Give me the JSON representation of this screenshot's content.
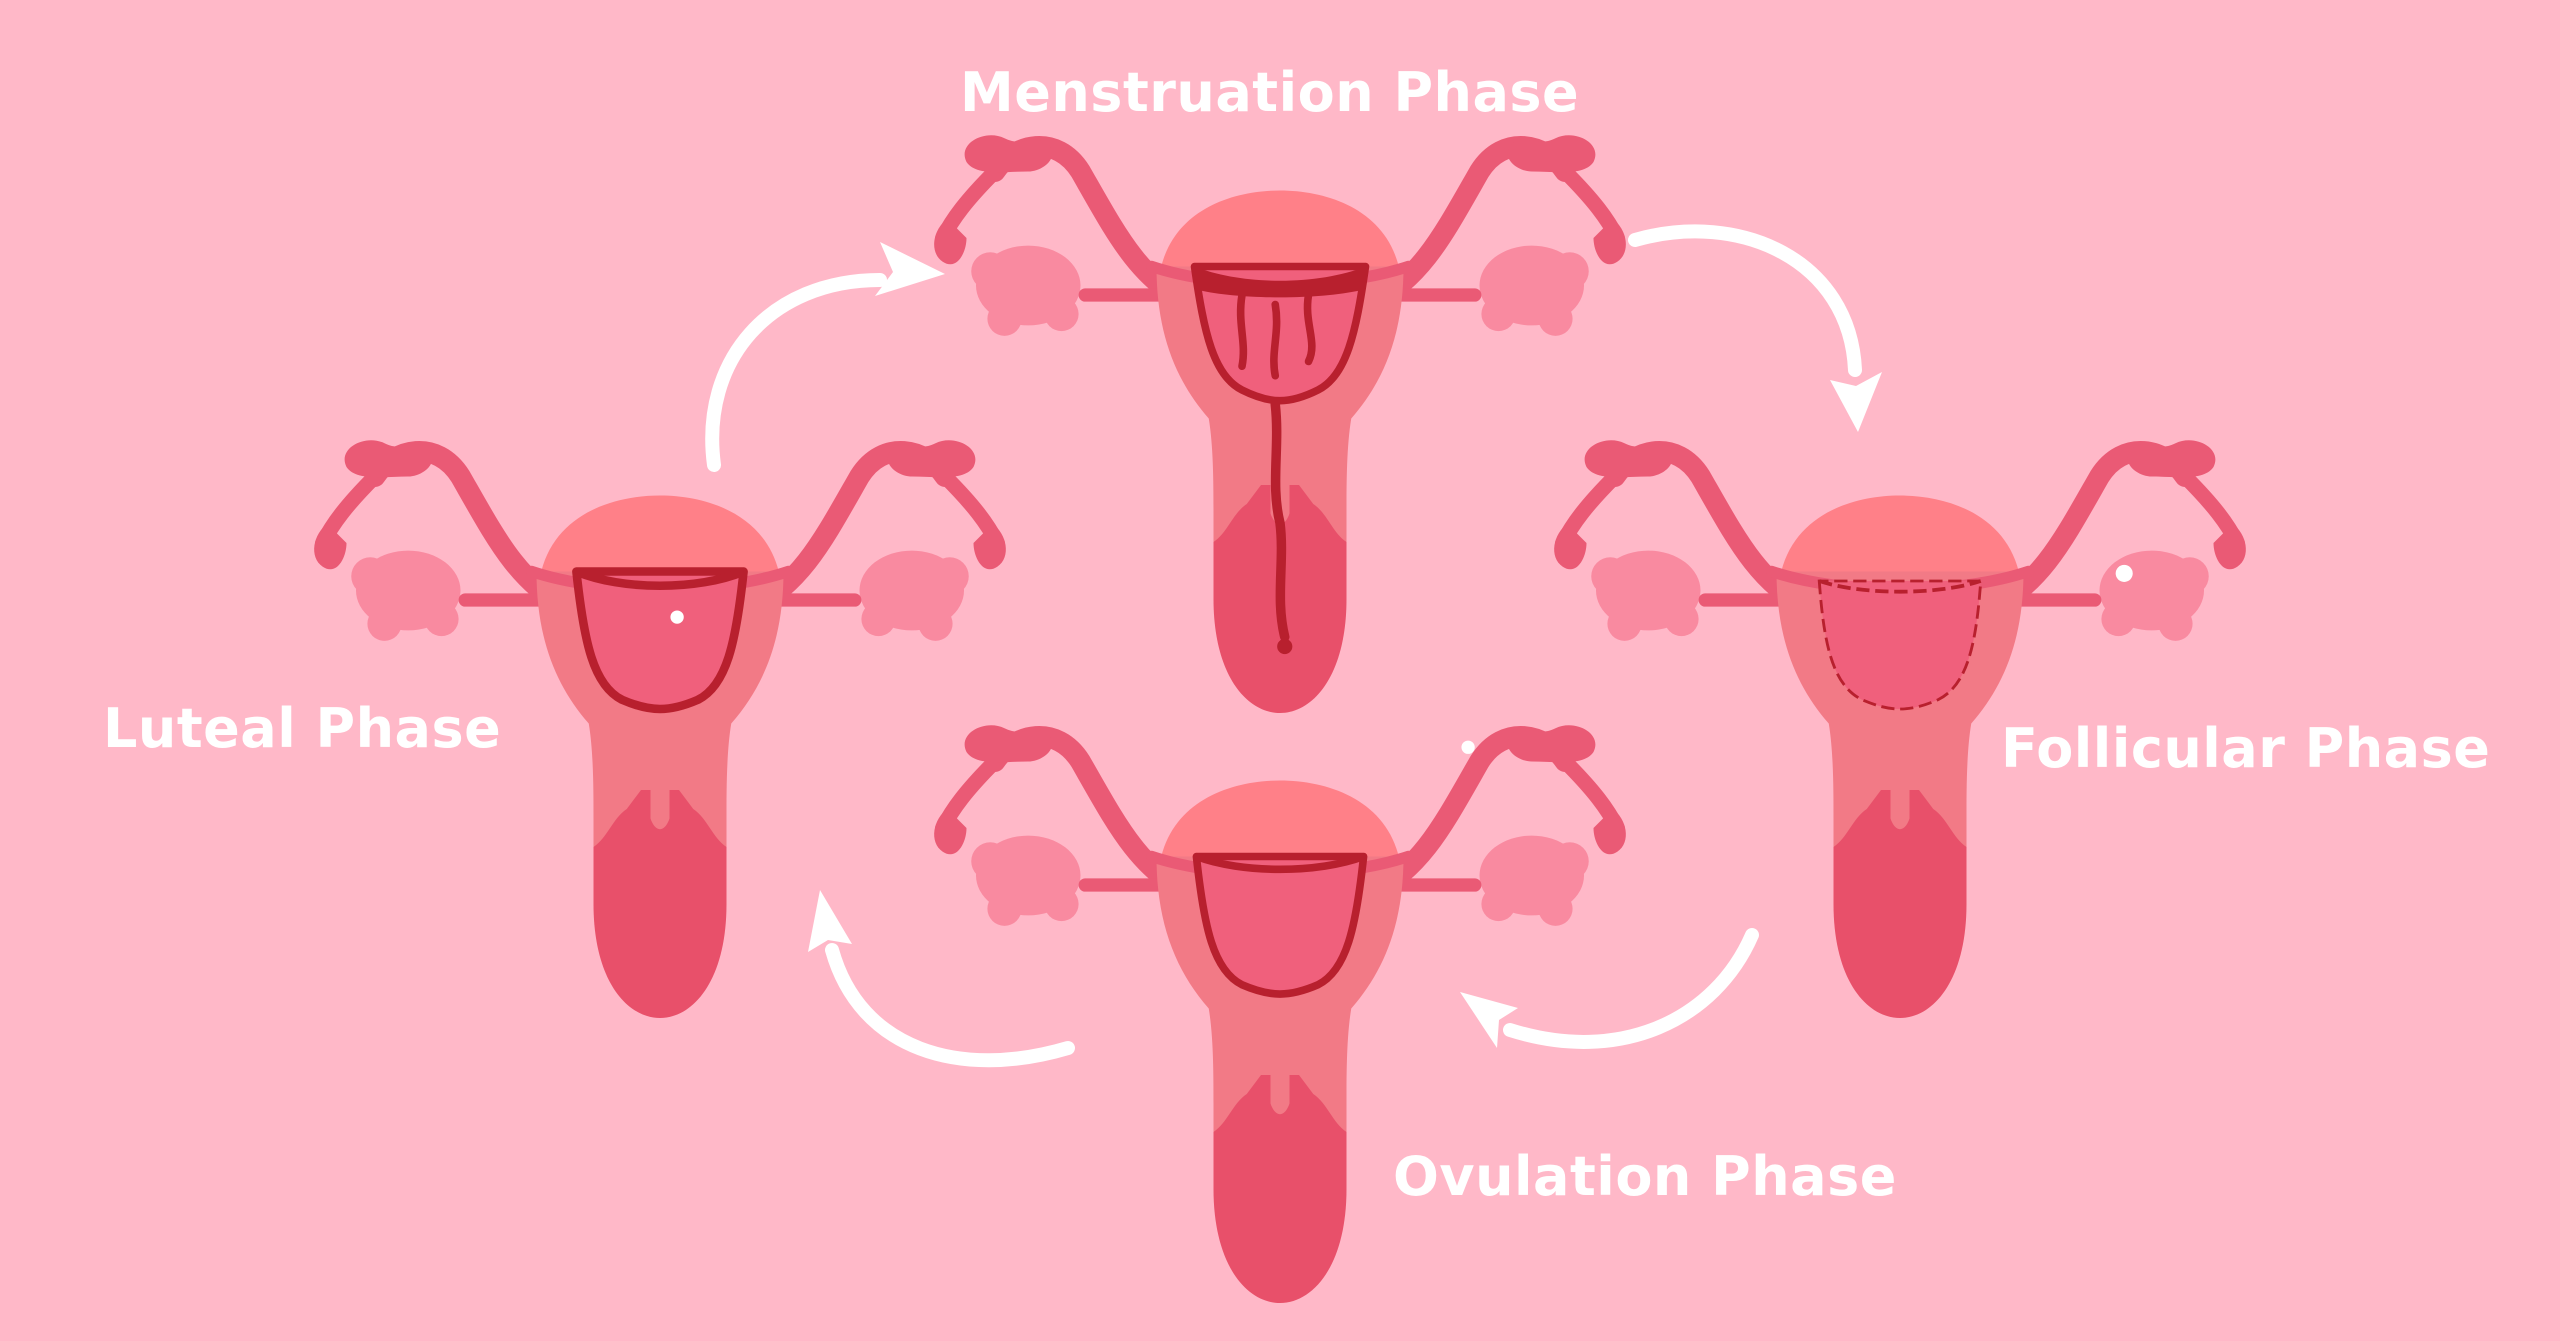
{
  "colors": {
    "background": "#ffb8c8",
    "uterus_light": "#ff8088",
    "uterus_mid": "#f27a86",
    "uterus_dark": "#e8506a",
    "tube": "#ea5a75",
    "ovary": "#f98aa0",
    "lining_inner": "#f0607c",
    "lining_outline": "#b8202e",
    "arrows": "#ffffff",
    "label_text": "#ffffff"
  },
  "phases": [
    {
      "key": "menstruation",
      "label": "Menstruation Phase"
    },
    {
      "key": "follicular",
      "label": "Follicular Phase"
    },
    {
      "key": "ovulation",
      "label": "Ovulation Phase"
    },
    {
      "key": "luteal",
      "label": "Luteal Phase"
    }
  ],
  "cycle_arrows": [
    {
      "from": "luteal",
      "to": "menstruation",
      "icon": "curved-arrow-icon"
    },
    {
      "from": "menstruation",
      "to": "follicular",
      "icon": "curved-arrow-icon"
    },
    {
      "from": "follicular",
      "to": "ovulation",
      "icon": "curved-arrow-icon"
    },
    {
      "from": "ovulation",
      "to": "luteal",
      "icon": "curved-arrow-icon"
    }
  ]
}
